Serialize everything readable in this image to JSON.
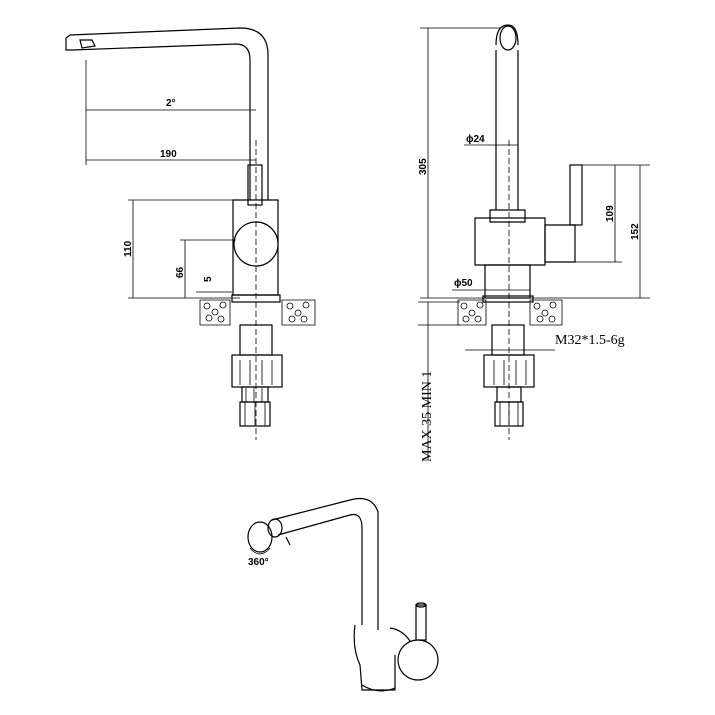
{
  "dimensions": {
    "angle": "2°",
    "reach": "190",
    "body_height": "110",
    "handle_height": "66",
    "base_thickness": "5",
    "spout_dia": "ϕ24",
    "total_height": "305",
    "lever_height": "109",
    "lever_top": "152",
    "base_dia": "ϕ50",
    "thread": "M32*1.5-6g",
    "counter_thickness": "MAX 35 MIN 1",
    "rotation": "360°"
  }
}
